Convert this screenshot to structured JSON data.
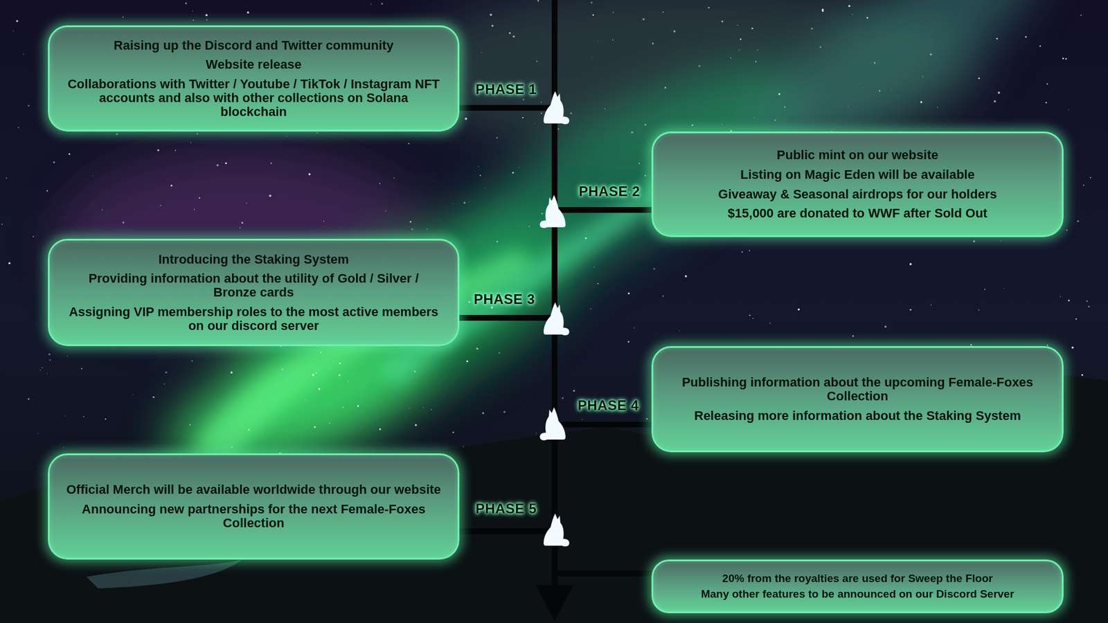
{
  "diagram": {
    "nodes": [
      {
        "text": [
          "Raising up the Discord and Twitter community",
          "Website release",
          "Collaborations with Twitter / Youtube / TikTok / Instagram NFT accounts and also with other collections on Solana blockchain"
        ]
      },
      {
        "text": [
          "Public mint on our website",
          "Listing on Magic Eden will be available",
          "Giveaway & Seasonal airdrops for our holders",
          "$15,000 are donated to WWF after Sold Out"
        ]
      },
      {
        "text": [
          "Introducing the Staking System",
          "Providing information about the utility of Gold / Silver / Bronze cards",
          "Assigning VIP membership roles to the most active members on our discord server"
        ]
      },
      {
        "text": [
          "Publishing information about the upcoming Female-Foxes Collection",
          "Releasing more information about the Staking System"
        ]
      },
      {
        "text": [
          "Official Merch will be available worldwide through our website",
          "Announcing new partnerships for the next Female-Foxes Collection"
        ]
      },
      {
        "text": [
          "20% from the royalties are used for Sweep the Floor",
          "Many other features to be announced on our Discord Server"
        ]
      }
    ],
    "labels": [
      "PHASE 1",
      "PHASE 2",
      "PHASE 3",
      "PHASE 4",
      "PHASE 5"
    ]
  }
}
